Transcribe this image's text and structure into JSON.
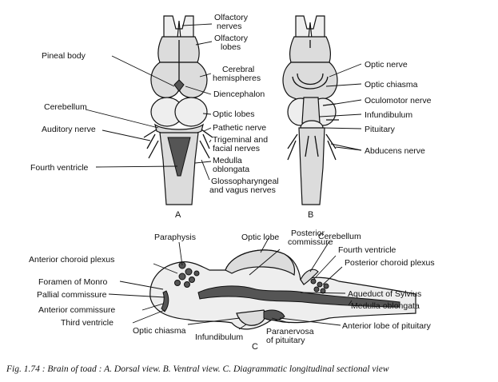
{
  "views": {
    "a": "A",
    "b": "B",
    "c": "C"
  },
  "labels": {
    "olfactory_nerves": [
      "Olfactory",
      "nerves"
    ],
    "olfactory_lobes": [
      "Olfactory",
      "lobes"
    ],
    "pineal_body": "Pineal body",
    "cerebral_hemispheres": [
      "Cerebral",
      "hemispheres"
    ],
    "diencephalon": "Diencephalon",
    "cerebellum": "Cerebellum",
    "optic_lobes": "Optic lobes",
    "auditory_nerve": "Auditory nerve",
    "pathetic_nerve": "Pathetic nerve",
    "trigeminal_facial": [
      "Trigeminal and",
      "facial nerves"
    ],
    "medulla_oblongata": [
      "Medulla",
      "oblongata"
    ],
    "fourth_ventricle": "Fourth ventricle",
    "glossopharyngeal_vagus": [
      "Glossopharyngeal",
      "and vagus nerves"
    ],
    "optic_nerve": "Optic nerve",
    "optic_chiasma": "Optic chiasma",
    "oculomotor_nerve": "Oculomotor nerve",
    "infundibulum": "Infundibulum",
    "pituitary": "Pituitary",
    "abducens_nerve": "Abducens nerve"
  },
  "section_labels": {
    "paraphysis": "Paraphysis",
    "optic_lobe": "Optic lobe",
    "posterior_commissure": [
      "Posterior",
      "commissure"
    ],
    "cerebellum": "Cerebellum",
    "fourth_ventricle": "Fourth ventricle",
    "anterior_choroid_plexus": "Anterior choroid plexus",
    "posterior_choroid_plexus": "Posterior choroid plexus",
    "foramen_of_monro": "Foramen of Monro",
    "pallial_commissure": "Pallial commissure",
    "aqueduct_of_sylvius": "Aqueduct of Sylvius",
    "anterior_commissure": "Anterior commissure",
    "medulla_oblongata": "Medulla oblongata",
    "third_ventricle": "Third ventricle",
    "anterior_lobe_pituitary": "Anterior lobe of pituitary",
    "optic_chiasma": "Optic chiasma",
    "infundibulum": "Infundibulum",
    "paranervosa": [
      "Paranervosa",
      "of pituitary"
    ]
  },
  "caption": "Fig. 1.74 : Brain of toad : A. Dorsal view. B. Ventral view. C. Diagrammatic longitudinal sectional view"
}
